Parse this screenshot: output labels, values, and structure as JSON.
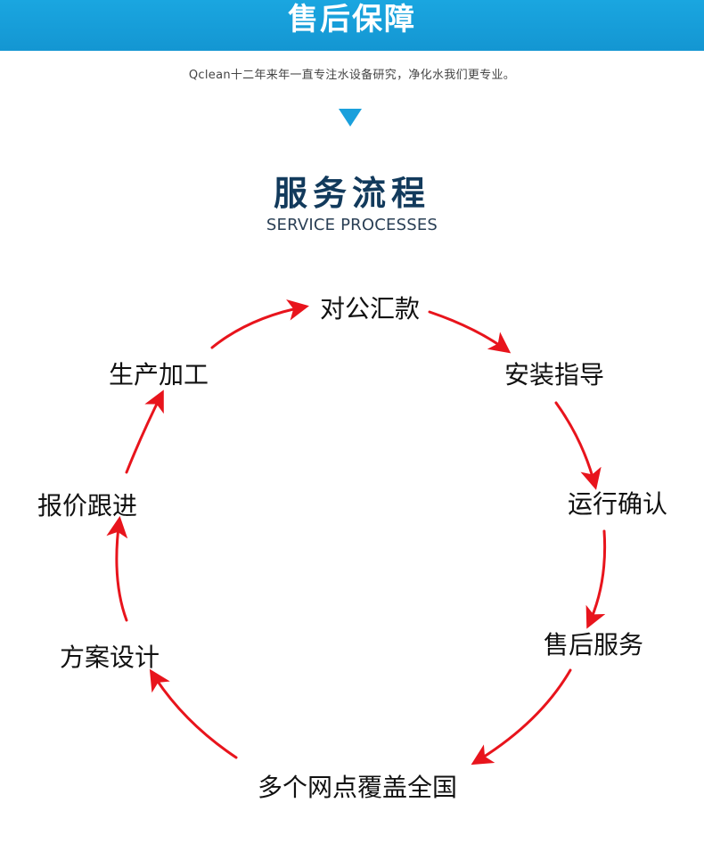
{
  "header": {
    "title": "售后保障",
    "tagline": "Qclean十二年来年一直专注水设备研究，净化水我们更专业。"
  },
  "section": {
    "title": "服务流程",
    "subtitle": "SERVICE PROCESSES"
  },
  "colors": {
    "banner": "#1aa6e0",
    "accent_triangle": "#1aa0dc",
    "title": "#123a5c",
    "arrow": "#e8141c"
  },
  "process": {
    "steps": [
      {
        "label": "对公汇款"
      },
      {
        "label": "安装指导"
      },
      {
        "label": "运行确认"
      },
      {
        "label": "售后服务"
      },
      {
        "label": "多个网点覆盖全国"
      },
      {
        "label": "方案设计"
      },
      {
        "label": "报价跟进"
      },
      {
        "label": "生产加工"
      }
    ]
  }
}
